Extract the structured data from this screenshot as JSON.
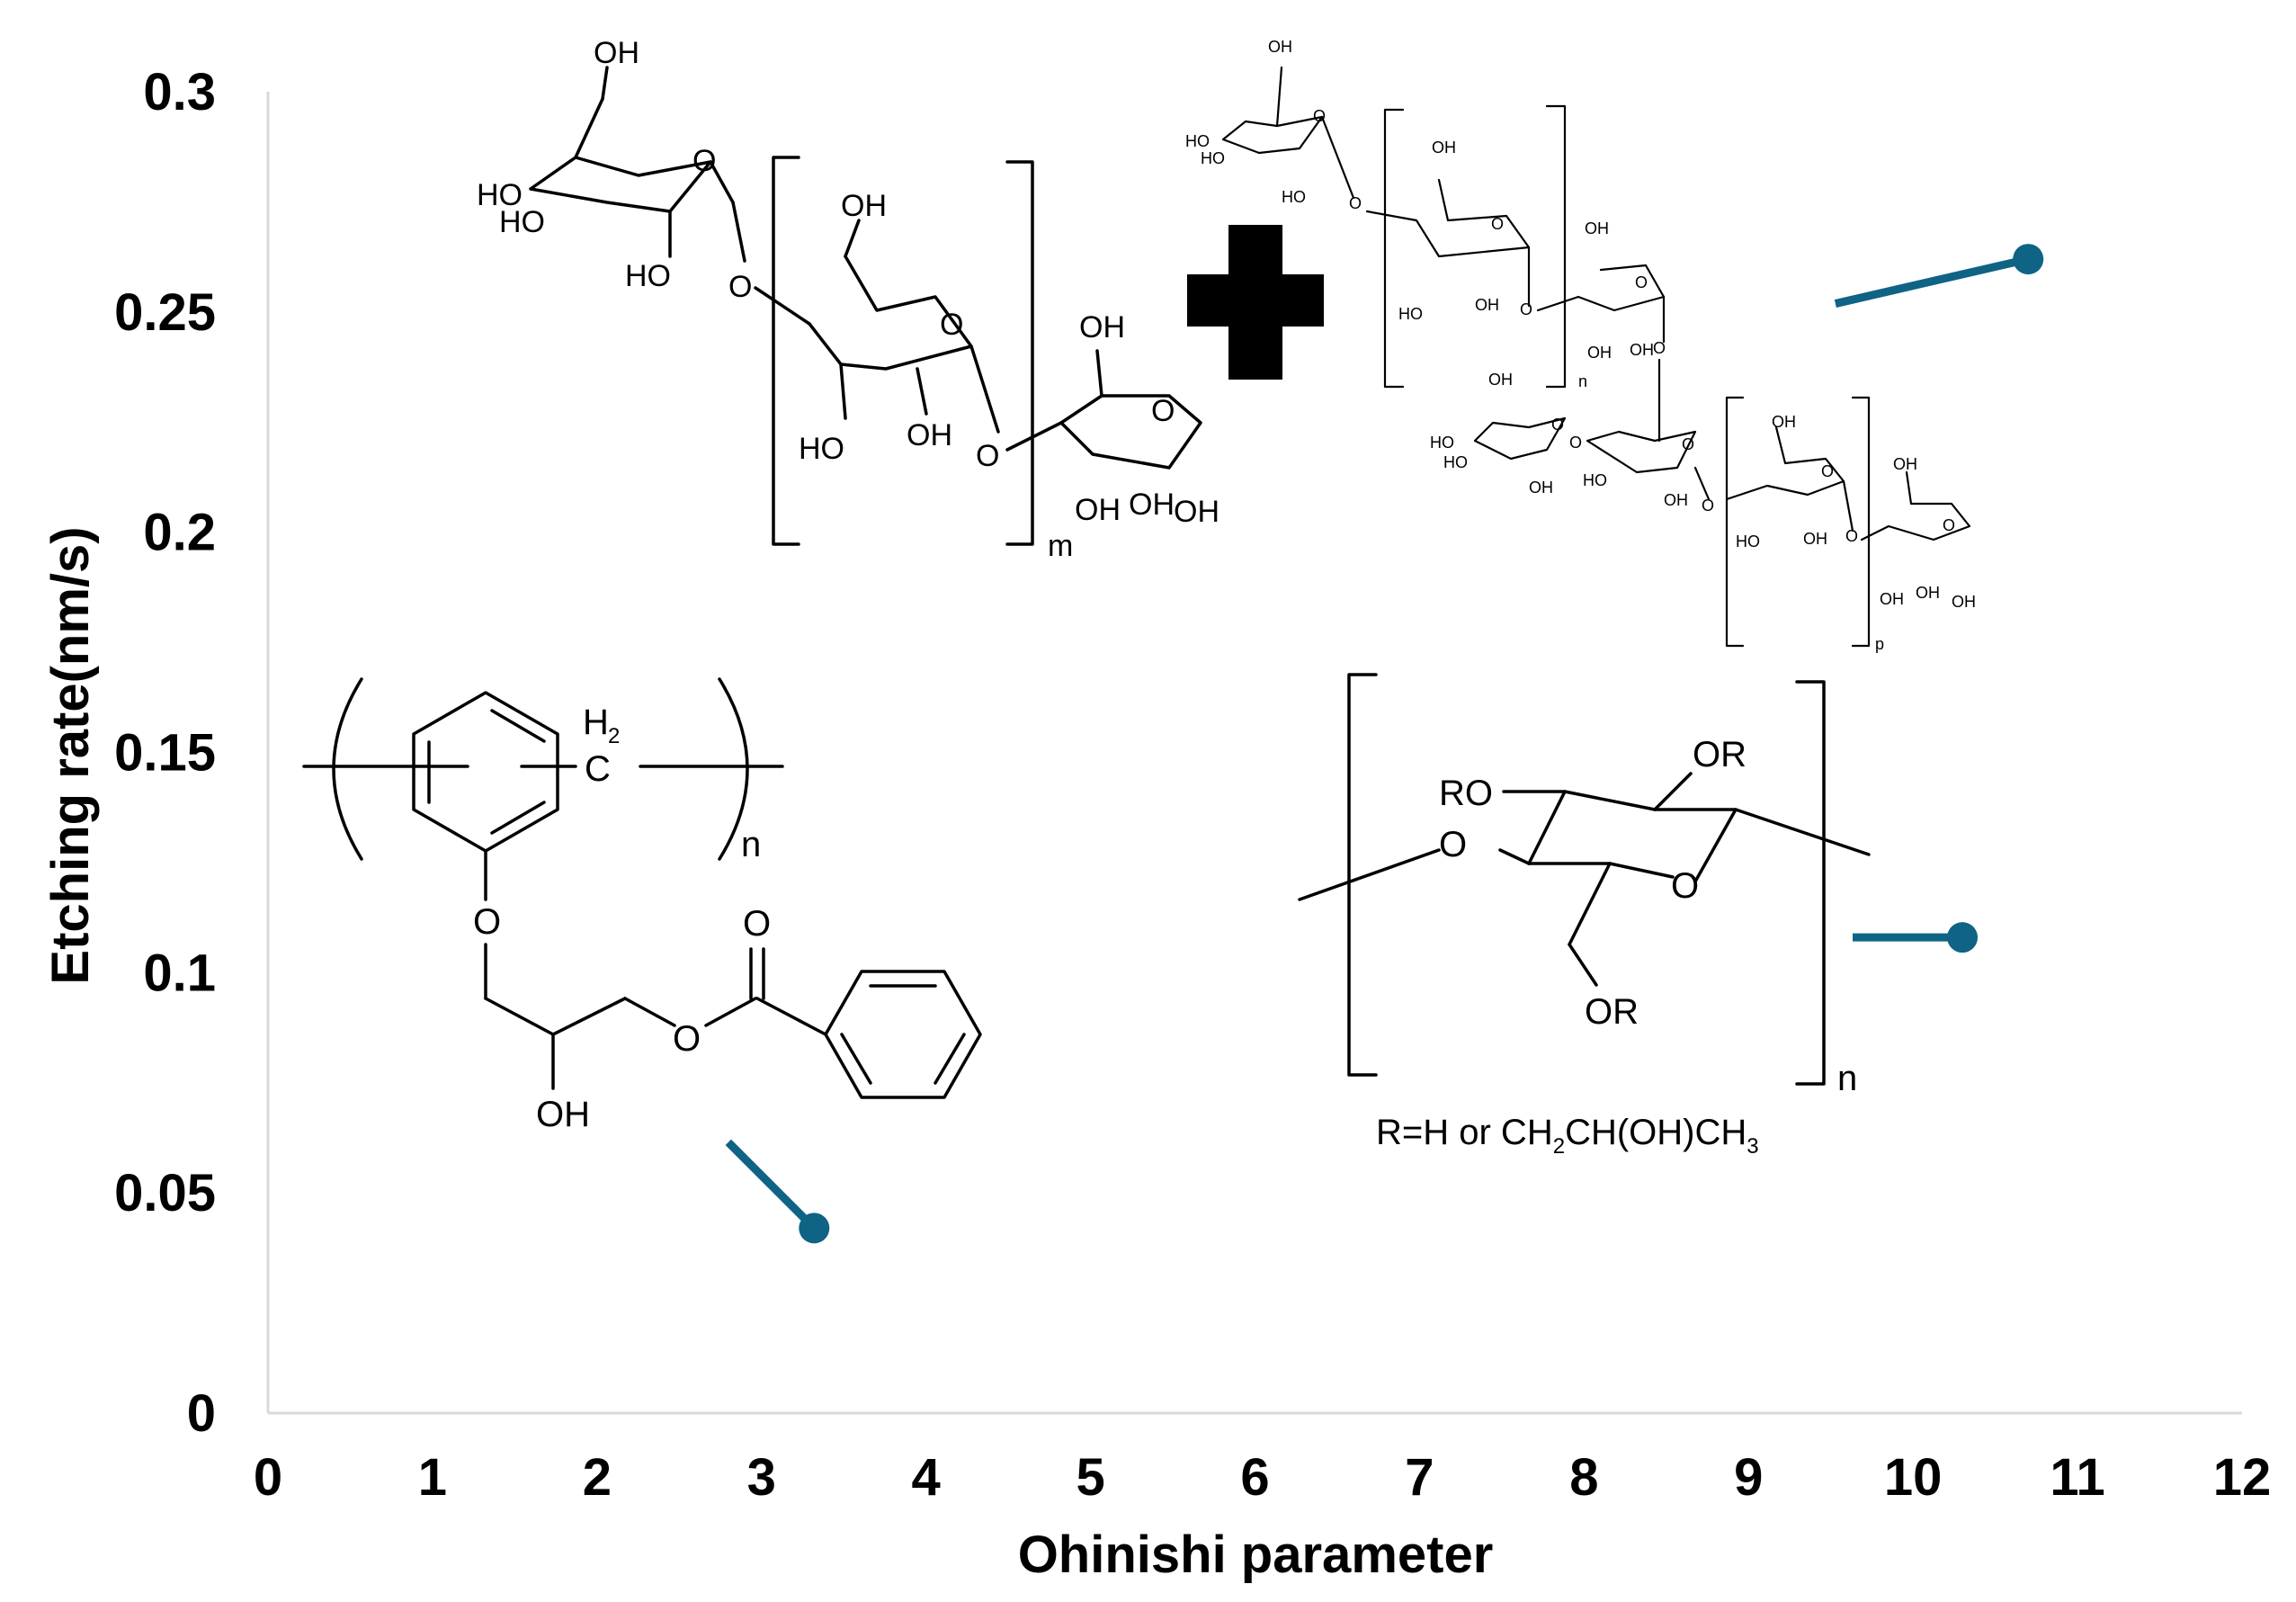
{
  "chart_data": {
    "type": "scatter",
    "xlabel": "Ohinishi parameter",
    "ylabel": "Etching rate(nm/s)",
    "xlim": [
      0,
      12
    ],
    "ylim": [
      0,
      0.3
    ],
    "x_ticks": [
      "0",
      "1",
      "2",
      "3",
      "4",
      "5",
      "6",
      "7",
      "8",
      "9",
      "10",
      "11",
      "12"
    ],
    "y_ticks": [
      "0",
      "0.05",
      "0.1",
      "0.15",
      "0.2",
      "0.25",
      "0.3"
    ],
    "grid": false,
    "marker_color": "#0f6384",
    "points": [
      {
        "x": 3.32,
        "y": 0.042,
        "leader_angle_deg": 135
      },
      {
        "x": 10.3,
        "y": 0.108,
        "leader_angle_deg": 180
      },
      {
        "x": 10.7,
        "y": 0.262,
        "leader_angle_deg": 193
      }
    ]
  },
  "structures": {
    "epoxy_resin": {
      "labels": {
        "h2": "H",
        "h2_sub": "2",
        "c": "C",
        "n": "n",
        "o_ether": "O",
        "o_ester": "O",
        "o_carbonyl": "O",
        "oh": "OH"
      }
    },
    "cellulose": {
      "labels": {
        "ro": "RO",
        "or_top": "OR",
        "o_link": "O",
        "o_ring": "O",
        "or_bottom": "OR",
        "n": "n"
      },
      "caption": {
        "part1": "R",
        "eq": "=",
        "part2": "H or CH",
        "sub1": "2",
        "part3": "CH(OH)CH",
        "sub2": "3"
      }
    },
    "amylose": {
      "labels": {
        "oh": "OH",
        "ho": "HO",
        "o": "O",
        "m": "m"
      }
    },
    "amylopectin": {
      "labels": {
        "oh": "OH",
        "ho": "HO",
        "o": "O",
        "n": "n",
        "p": "p"
      }
    }
  }
}
